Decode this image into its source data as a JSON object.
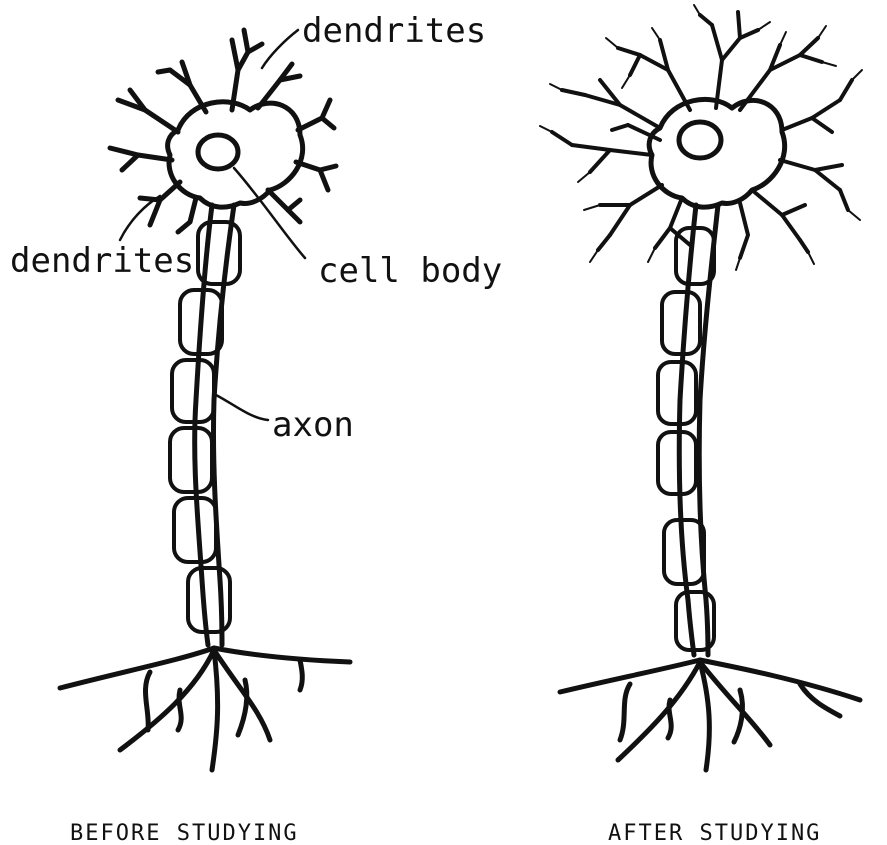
{
  "labels": {
    "dendrites_top": "dendrites",
    "dendrites_left": "dendrites",
    "cell_body": "cell body",
    "axon": "axon"
  },
  "captions": {
    "before": "BEFORE STUDYING",
    "after": "AFTER STUDYING"
  },
  "colors": {
    "ink": "#111111",
    "background": "#ffffff"
  }
}
